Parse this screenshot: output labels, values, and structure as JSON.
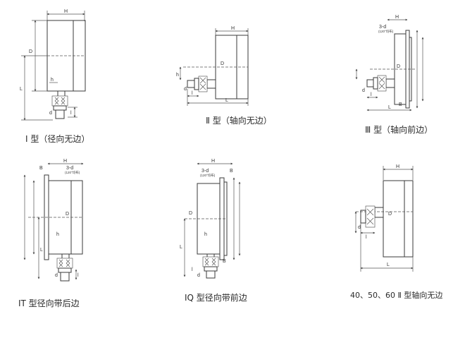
{
  "diagrams": [
    {
      "caption": "Ⅰ 型（径向无边）",
      "labels": {
        "H": "H",
        "D": "D",
        "L": "L",
        "h": "h",
        "d": "d",
        "l": "l"
      }
    },
    {
      "caption": "Ⅱ 型（轴向无边）",
      "labels": {
        "H": "H",
        "D": "D",
        "L": "L",
        "h": "h",
        "d": "d",
        "l": "l"
      }
    },
    {
      "caption": "Ⅲ 型（轴向前边）",
      "labels": {
        "H": "H",
        "D": "D",
        "L": "L",
        "B": "B",
        "d": "d",
        "l": "l",
        "holes": "3-d",
        "angle": "(120°均布)"
      }
    },
    {
      "caption": "IT 型径向带后边",
      "labels": {
        "H": "H",
        "B": "B",
        "D": "D",
        "L": "L",
        "h": "h",
        "d": "d",
        "l": "l",
        "holes": "3-d",
        "angle": "(120°均布)"
      }
    },
    {
      "caption": "IQ 型径向带前边",
      "labels": {
        "H": "H",
        "B": "B",
        "D": "D",
        "L": "L",
        "h": "h",
        "d": "d",
        "l": "l",
        "holes": "3-d",
        "angle": "(120°均布)"
      }
    },
    {
      "caption": "40、50、60 Ⅱ 型轴向无边",
      "labels": {
        "H": "H",
        "D": "D",
        "L": "L",
        "d": "d",
        "l": "l"
      }
    }
  ]
}
